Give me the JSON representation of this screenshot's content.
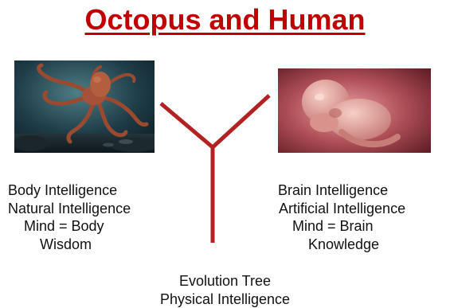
{
  "title": "Octopus and Human",
  "colors": {
    "title": "#c00000",
    "tree": "#b22222",
    "text": "#111111"
  },
  "images": {
    "left": "octopus-photo",
    "right": "human-fetus-photo"
  },
  "left_lines": [
    "Body Intelligence",
    "Natural Intelligence",
    "Mind = Body",
    "Wisdom"
  ],
  "right_lines": [
    "Brain Intelligence",
    "Artificial Intelligence",
    "Mind = Brain",
    "Knowledge"
  ],
  "bottom_lines": [
    "Evolution Tree",
    "Physical Intelligence"
  ]
}
